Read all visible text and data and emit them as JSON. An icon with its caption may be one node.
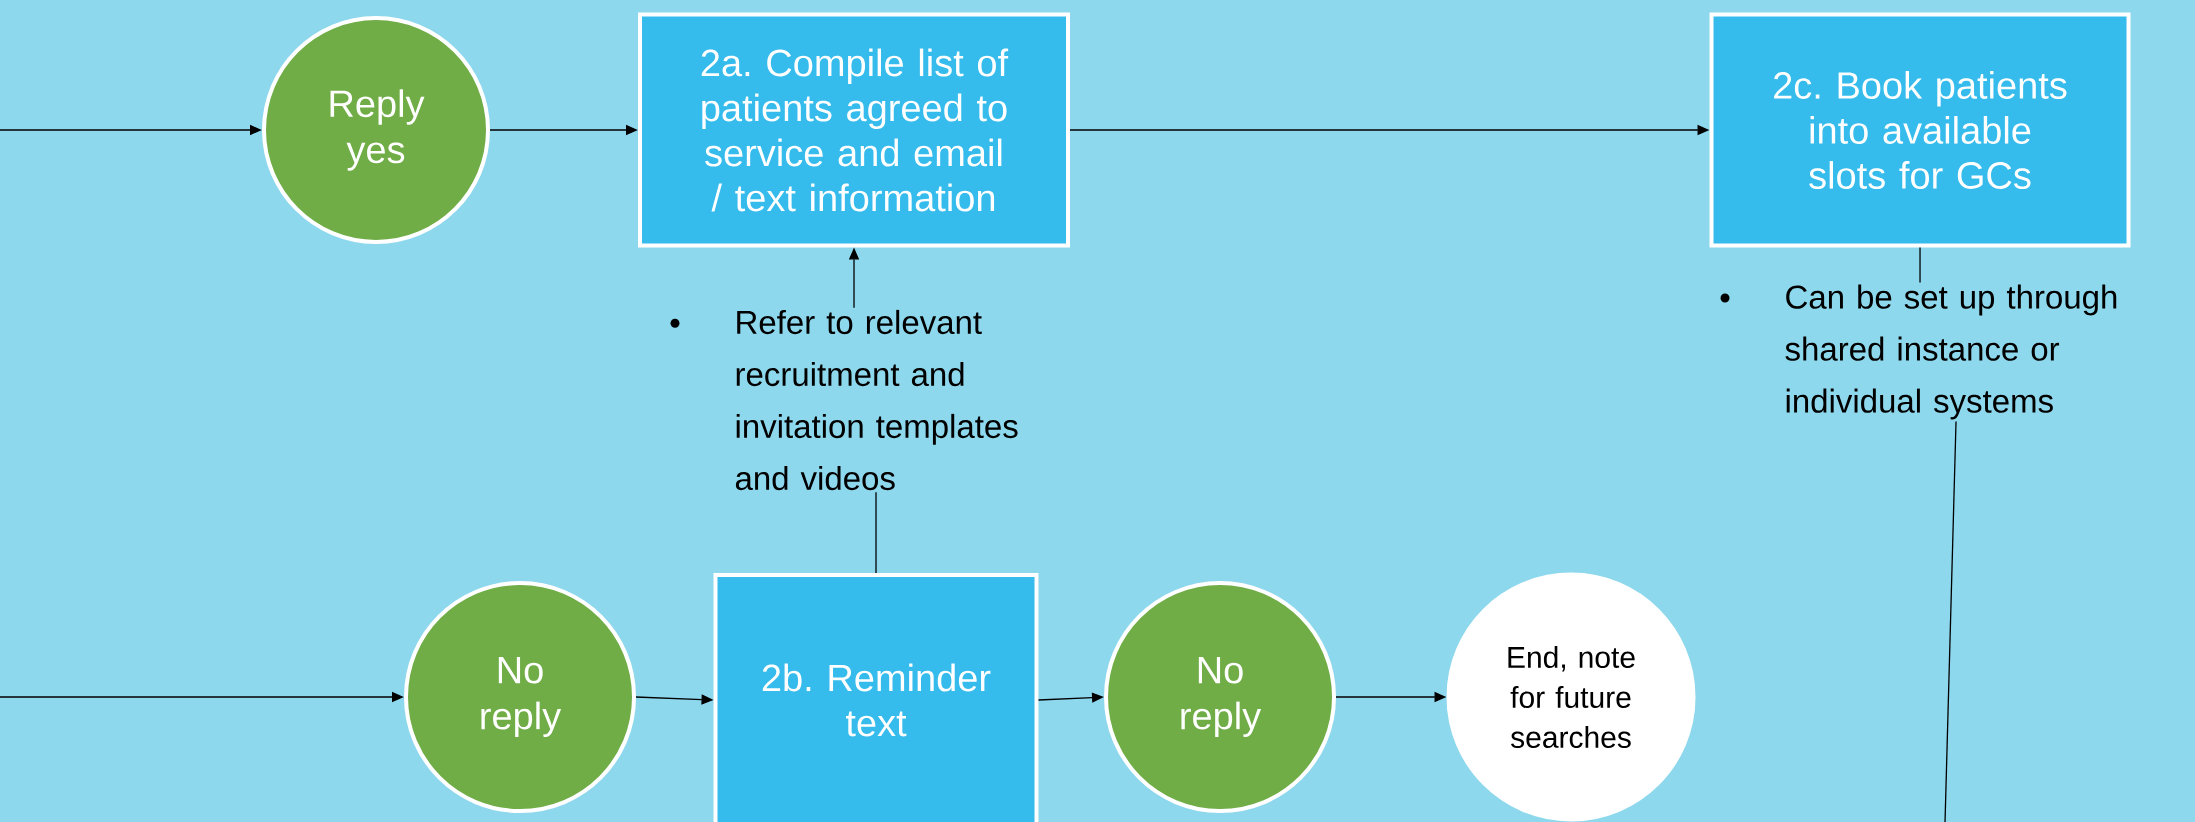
{
  "diagram": {
    "nodes": [
      {
        "text": [
          "Reply yes"
        ]
      },
      {
        "text": [
          "2a. Compile list of patients agreed to service and email / text information"
        ]
      },
      {
        "text": [
          "2c. Book patients into available slots for GCs"
        ]
      },
      {
        "text": [
          "Refer to relevant recruitment and invitation templates and videos"
        ]
      },
      {
        "text": [
          "Can be set up through shared instance or individual systems"
        ]
      },
      {
        "text": [
          "No reply"
        ]
      },
      {
        "text": [
          "2b. Reminder text"
        ]
      },
      {
        "text": [
          "No reply"
        ]
      },
      {
        "text": [
          "End, note for future searches"
        ]
      }
    ],
    "edges": [
      {
        "from": null,
        "to": 0,
        "arrow": "to"
      },
      {
        "from": 0,
        "to": 1,
        "arrow": "to"
      },
      {
        "from": 1,
        "to": 2,
        "arrow": "to"
      },
      {
        "from": 3,
        "to": 1,
        "arrow": "to"
      },
      {
        "from": 6,
        "to": 3,
        "arrow": "none"
      },
      {
        "from": 2,
        "to": 4,
        "arrow": "none"
      },
      {
        "from": 4,
        "to": null,
        "arrow": "none"
      },
      {
        "from": null,
        "to": 5,
        "arrow": "to"
      },
      {
        "from": 5,
        "to": 6,
        "arrow": "to"
      },
      {
        "from": 6,
        "to": 7,
        "arrow": "to"
      },
      {
        "from": 7,
        "to": 8,
        "arrow": "to"
      }
    ]
  }
}
